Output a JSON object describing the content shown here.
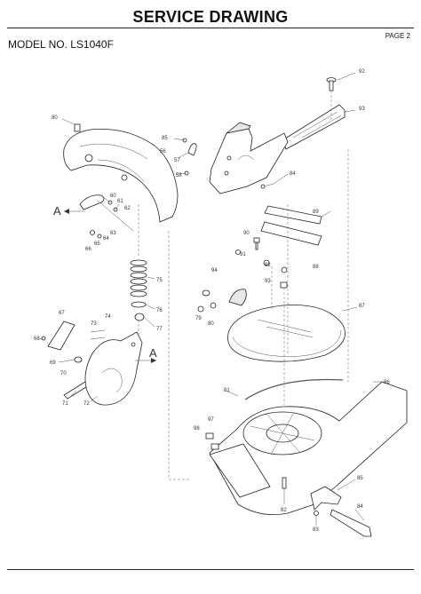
{
  "header": {
    "title": "SERVICE DRAWING",
    "model": "MODEL NO. LS1040F",
    "page": "PAGE 2"
  },
  "drawing": {
    "arrow_marks": [
      "A",
      "A"
    ],
    "part_numbers": [
      "92",
      "93",
      "80",
      "85",
      "56",
      "57",
      "58",
      "84",
      "89",
      "60",
      "61",
      "62",
      "63",
      "64",
      "65",
      "66",
      "90",
      "91",
      "92",
      "93",
      "94",
      "88",
      "79",
      "75",
      "76",
      "77",
      "80",
      "87",
      "67",
      "68",
      "69",
      "70",
      "71",
      "72",
      "73",
      "74",
      "81",
      "86",
      "97",
      "98",
      "82",
      "83",
      "84",
      "85"
    ]
  }
}
